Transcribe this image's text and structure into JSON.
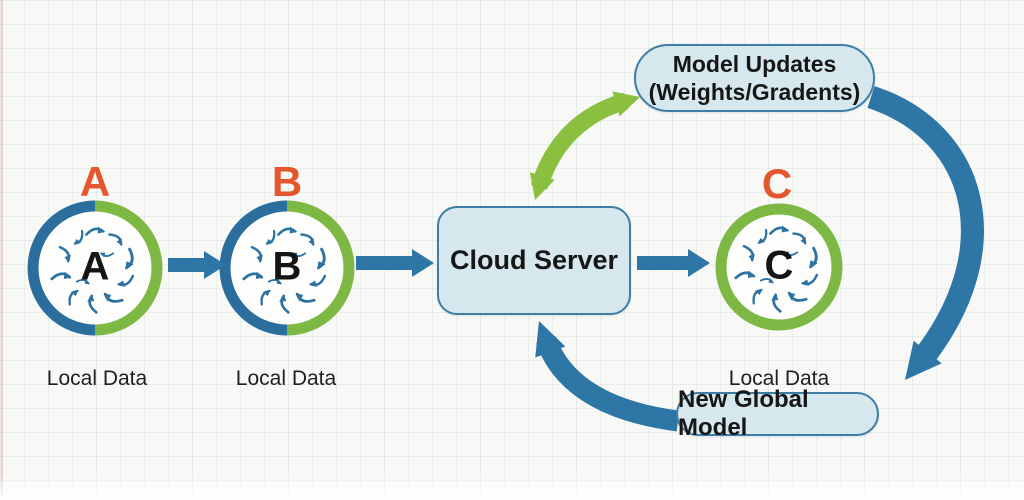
{
  "diagram_title": "Federated learning round diagram",
  "clients": [
    {
      "badge": "A",
      "letter": "A",
      "caption": "Local Data",
      "ring": "half-blue-half-green"
    },
    {
      "badge": "B",
      "letter": "B",
      "caption": "Local Data",
      "ring": "half-blue-half-green"
    },
    {
      "badge": "C",
      "letter": "C",
      "caption": "Local Data",
      "ring": "green"
    }
  ],
  "server": {
    "label": "Cloud Server"
  },
  "annotations": {
    "model_updates_line1": "Model Updates",
    "model_updates_line2": "(Weights/Gradents)",
    "new_global_model": "New Global Model"
  },
  "colors": {
    "arrow_blue": "#2d76a6",
    "ring_blue": "#2b6d9c",
    "ring_green": "#7cb843",
    "sync_green": "#8abf3f",
    "badge_orange": "#e4572e",
    "box_fill": "#d6e8ed",
    "box_border": "#3e7da6",
    "scribble_blue": "#2e72a1",
    "text_dark": "#1c1c1c"
  }
}
